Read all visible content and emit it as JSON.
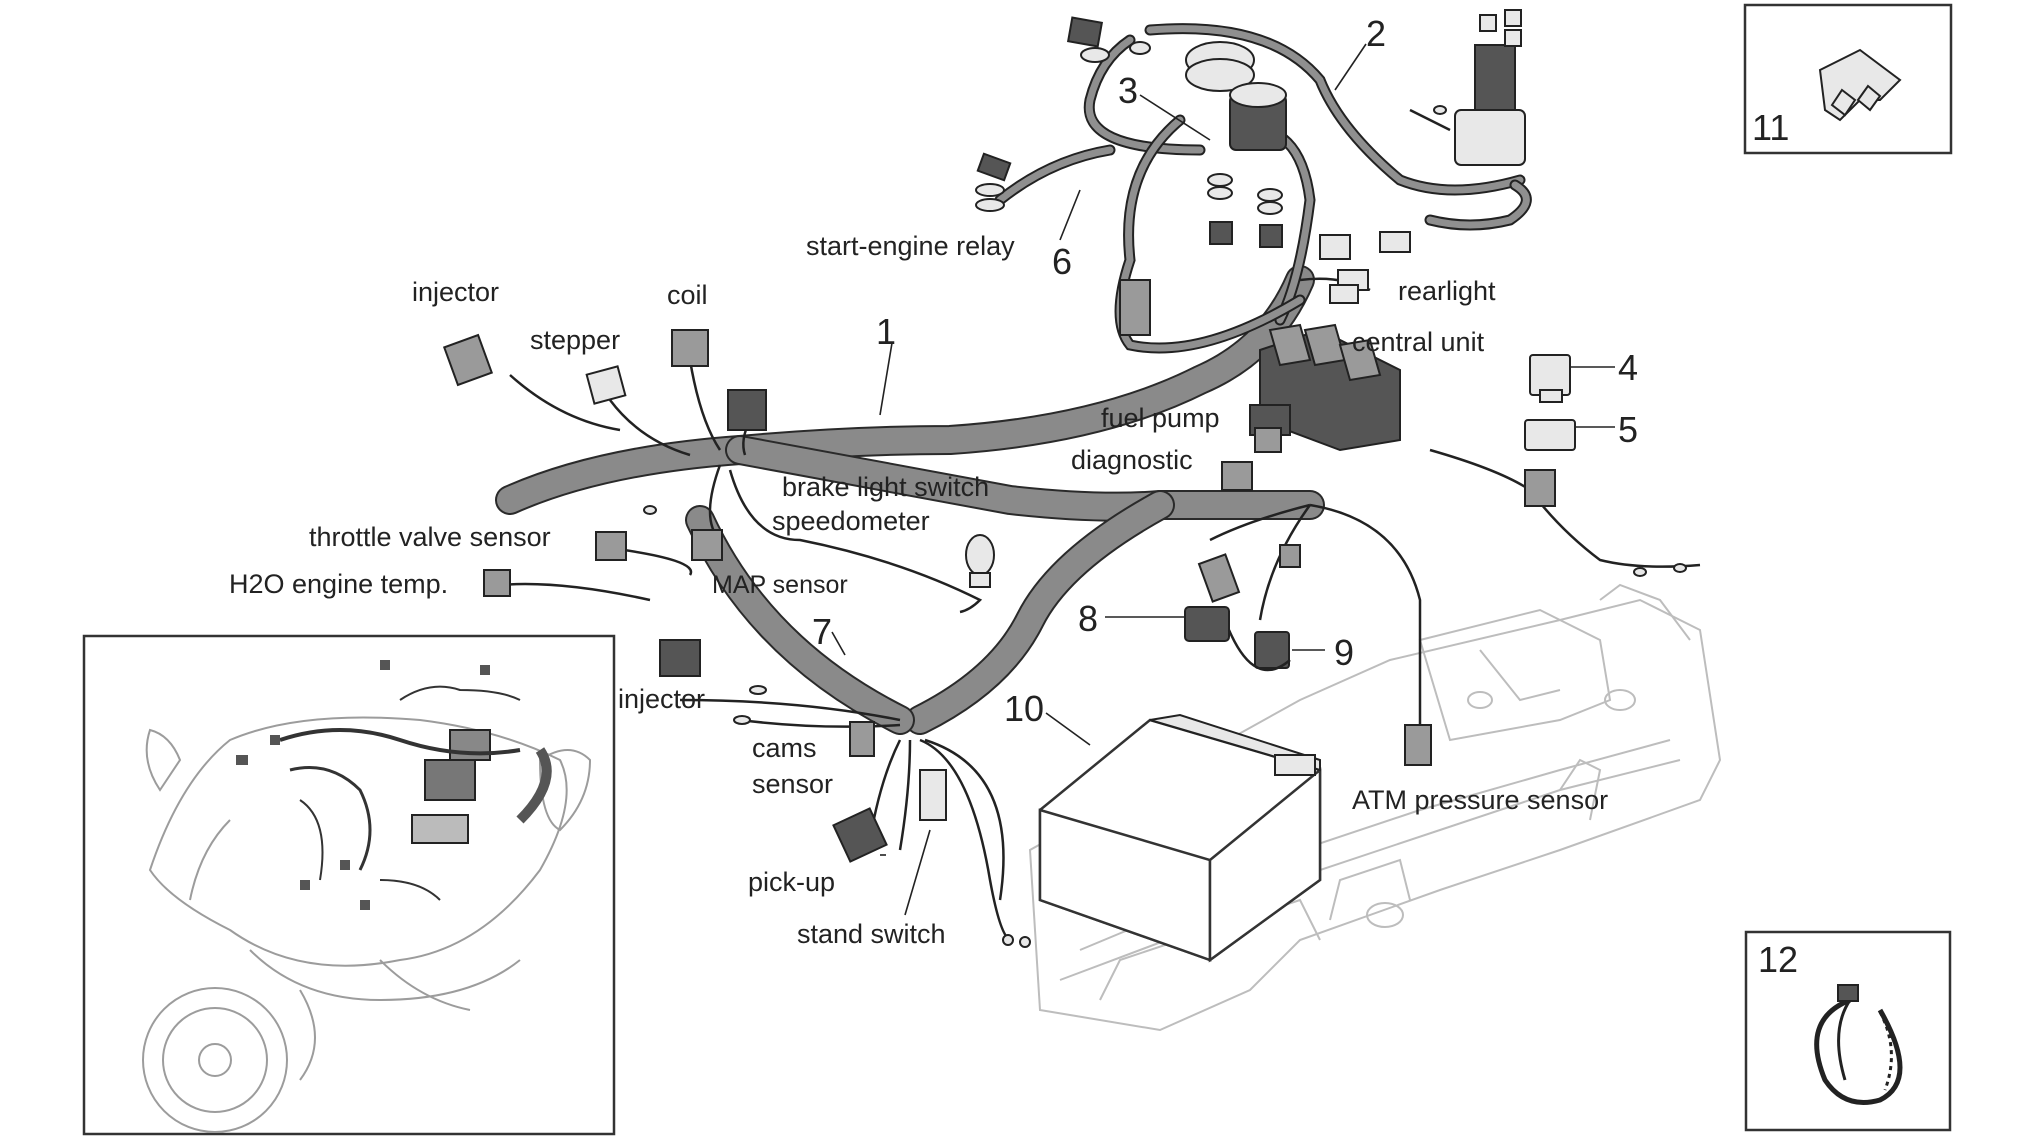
{
  "labels": {
    "injector_top": "injector",
    "stepper": "stepper",
    "coil": "coil",
    "start_engine_relay": "start-engine relay",
    "rearlight": "rearlight",
    "central_unit": "central unit",
    "fuel_pump": "fuel pump",
    "diagnostic": "diagnostic",
    "brake_light_switch": "brake light switch",
    "speedometer": "speedometer",
    "throttle_valve_sensor": "throttle valve sensor",
    "h2o_engine_temp": "H2O engine temp.",
    "map_sensor": "MAP sensor",
    "injector_bottom": "injector",
    "cams": "cams",
    "sensor": "sensor",
    "pick_up": "pick-up",
    "stand_switch": "stand switch",
    "atm_pressure_sensor": "ATM pressure sensor"
  },
  "parts": {
    "p1": "1",
    "p2": "2",
    "p3": "3",
    "p4": "4",
    "p5": "5",
    "p6": "6",
    "p7": "7",
    "p8": "8",
    "p9": "9",
    "p10": "10",
    "p11": "11",
    "p12": "12"
  }
}
